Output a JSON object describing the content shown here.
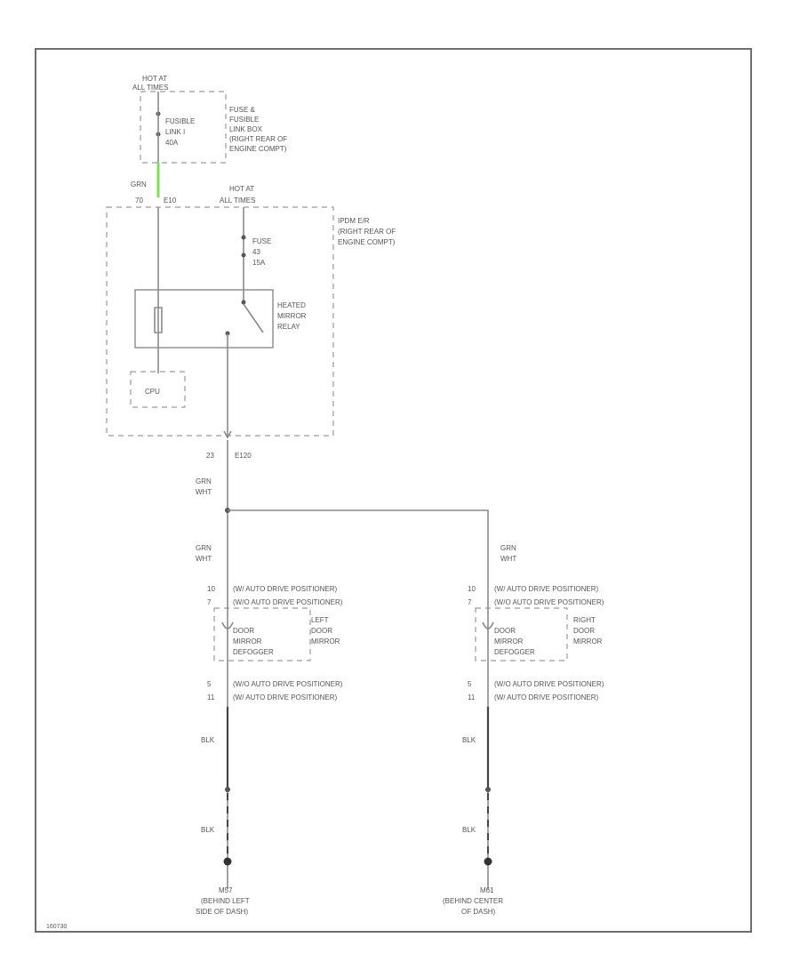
{
  "colors": {
    "frame": "#6e6e6e",
    "wire": "#8a8a8a",
    "highlight_wire": "#7ee05a",
    "text": "#555555"
  },
  "labels": {
    "hot_at_1_l1": "HOT AT",
    "hot_at_1_l2": "ALL TIMES",
    "fusible_link_l1": "FUSIBLE",
    "fusible_link_l2": "LINK I",
    "fusible_link_l3": "40A",
    "fuse_box_l1": "FUSE &",
    "fuse_box_l2": "FUSIBLE",
    "fuse_box_l3": "LINK BOX",
    "fuse_box_l4": "(RIGHT REAR OF",
    "fuse_box_l5": "ENGINE COMPT)",
    "grn_1": "GRN",
    "conn_1_pin": "70",
    "conn_1_name": "E10",
    "hot_at_2_l1": "HOT AT",
    "hot_at_2_l2": "ALL TIMES",
    "ipdm_l1": "IPDM E/R",
    "ipdm_l2": "(RIGHT REAR OF",
    "ipdm_l3": "ENGINE COMPT)",
    "fuse_l1": "FUSE",
    "fuse_l2": "43",
    "fuse_l3": "15A",
    "relay_l1": "HEATED",
    "relay_l2": "MIRROR",
    "relay_l3": "RELAY",
    "cpu": "CPU",
    "conn_2_pin": "23",
    "conn_2_name": "E120",
    "grn_wht_1_l1": "GRN",
    "grn_wht_1_l2": "WHT",
    "grn_wht_2_l1": "GRN",
    "grn_wht_2_l2": "WHT",
    "grn_wht_3_l1": "GRN",
    "grn_wht_3_l2": "WHT",
    "left_pin_top_1": "10",
    "left_pin_top_2": "7",
    "left_cond_1": "(W/ AUTO DRIVE POSITIONER)",
    "left_cond_2": "(W/O AUTO DRIVE POSITIONER)",
    "left_door_l1": "DOOR",
    "left_door_l2": "MIRROR",
    "left_door_l3": "DEFOGGER",
    "left_mirror_l1": "LEFT",
    "left_mirror_l2": "DOOR",
    "left_mirror_l3": "MIRROR",
    "left_pin_bot_1": "5",
    "left_pin_bot_2": "11",
    "left_cond_3": "(W/O AUTO DRIVE POSITIONER)",
    "left_cond_4": "(W/ AUTO DRIVE POSITIONER)",
    "right_pin_top_1": "10",
    "right_pin_top_2": "7",
    "right_cond_1": "(W/ AUTO DRIVE POSITIONER)",
    "right_cond_2": "(W/O AUTO DRIVE POSITIONER)",
    "right_door_l1": "DOOR",
    "right_door_l2": "MIRROR",
    "right_door_l3": "DEFOGGER",
    "right_mirror_l1": "RIGHT",
    "right_mirror_l2": "DOOR",
    "right_mirror_l3": "MIRROR",
    "right_pin_bot_1": "5",
    "right_pin_bot_2": "11",
    "right_cond_3": "(W/O AUTO DRIVE POSITIONER)",
    "right_cond_4": "(W/ AUTO DRIVE POSITIONER)",
    "blk_1": "BLK",
    "blk_2": "BLK",
    "blk_3": "BLK",
    "blk_4": "BLK",
    "ground_left_l1": "M57",
    "ground_left_l2": "(BEHIND LEFT",
    "ground_left_l3": "SIDE OF DASH)",
    "ground_right_l1": "M61",
    "ground_right_l2": "(BEHIND CENTER",
    "ground_right_l3": "OF DASH)",
    "figure_code": "160730"
  }
}
